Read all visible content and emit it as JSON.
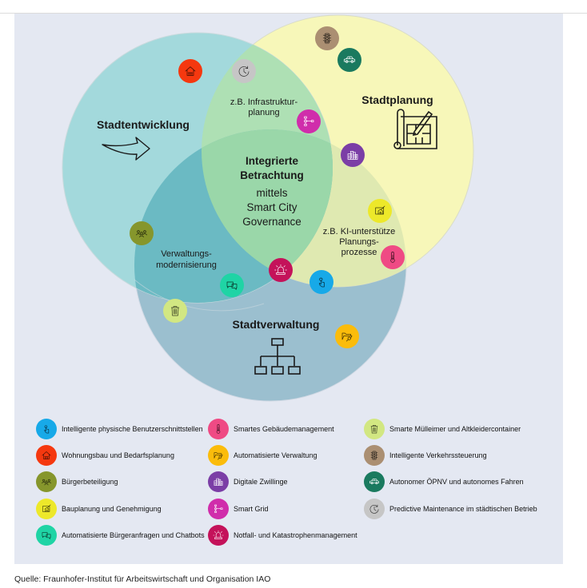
{
  "diagram": {
    "circles": [
      {
        "id": "stadtentwicklung",
        "label": "Stadtentwicklung",
        "color": "#a3d9dc"
      },
      {
        "id": "stadtplanung",
        "label": "Stadtplanung",
        "color": "#f7f7b9"
      },
      {
        "id": "stadtverwaltung",
        "label": "Stadtverwaltung",
        "color": "#9bbfcf"
      }
    ],
    "overlaps": {
      "entwicklung_planung": {
        "lines": [
          "z.B. Infrastruktur-",
          "planung"
        ],
        "color": "#aee0b4"
      },
      "planung_verwaltung": {
        "lines": [
          "z.B. KI-unterstütze",
          "Planungs-",
          "prozesse"
        ],
        "color": "#dfe9b1"
      },
      "entwicklung_verwaltung": {
        "lines": [
          "Verwaltungs-",
          "modernisierung"
        ],
        "color": "#6bbac3"
      },
      "center": {
        "title_lines": [
          "Integrierte",
          "Betrachtung"
        ],
        "sub_lines": [
          "mittels",
          "Smart City",
          "Governance"
        ],
        "color": "#9ad7a9"
      }
    },
    "section_icons": {
      "stadtentwicklung": "arrow-right-icon",
      "stadtplanung": "blueprint-pencil-icon",
      "stadtverwaltung": "org-chart-icon"
    }
  },
  "categories": [
    {
      "id": "hmi",
      "label": "Intelligente physische Benutzerschnittstellen",
      "icon": "touch-hand-icon",
      "color": "#17a9e8"
    },
    {
      "id": "housing",
      "label": "Wohnungsbau und Bedarfsplanung",
      "icon": "house-icon",
      "color": "#f5380f"
    },
    {
      "id": "participation",
      "label": "Bürgerbeteiligung",
      "icon": "people-icon",
      "color": "#86962c"
    },
    {
      "id": "building",
      "label": "Bauplanung und Genehmigung",
      "icon": "building-plan-icon",
      "color": "#ede82a"
    },
    {
      "id": "chatbots",
      "label": "Automatisierte Bürgeranfragen und Chatbots",
      "icon": "chat-bubbles-icon",
      "color": "#1fd4a5"
    },
    {
      "id": "bms",
      "label": "Smartes Gebäudemanagement",
      "icon": "thermometer-icon",
      "color": "#ef4a84"
    },
    {
      "id": "admin",
      "label": "Automatisierte Verwaltung",
      "icon": "folder-search-icon",
      "color": "#fbbc0b"
    },
    {
      "id": "twins",
      "label": "Digitale Zwillinge",
      "icon": "city-buildings-icon",
      "color": "#7b3ea6"
    },
    {
      "id": "grid",
      "label": "Smart Grid",
      "icon": "network-tree-icon",
      "color": "#d02dab"
    },
    {
      "id": "emergency",
      "label": "Notfall- und Katastrophenmanagement",
      "icon": "siren-icon",
      "color": "#c4125a"
    },
    {
      "id": "waste",
      "label": "Smarte Mülleimer und Altkleidercontainer",
      "icon": "trash-bin-icon",
      "color": "#d2e782"
    },
    {
      "id": "traffic",
      "label": "Intelligente Verkehrssteuerung",
      "icon": "traffic-light-icon",
      "color": "#ab8f72"
    },
    {
      "id": "mobility",
      "label": "Autonomer ÖPNV und autonomes Fahren",
      "icon": "car-icon",
      "color": "#1a7a5f"
    },
    {
      "id": "maintenance",
      "label": "Predictive Maintenance im städtischen Betrieb",
      "icon": "clock-refresh-icon",
      "color": "#c6c6c6"
    }
  ],
  "caption": "Quelle: Fraunhofer-Institut für Arbeitswirtschaft und Organisation IAO"
}
